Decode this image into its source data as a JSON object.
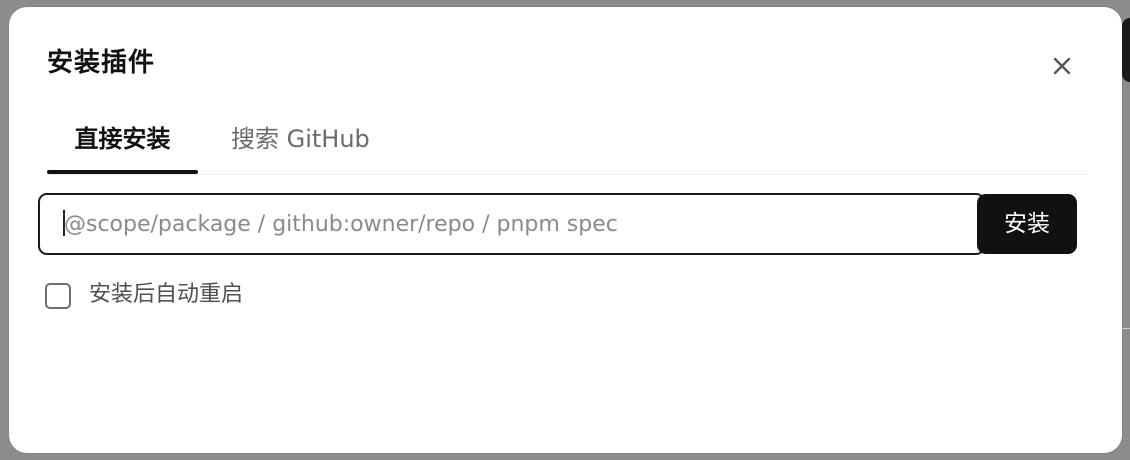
{
  "dialog": {
    "title": "安装插件",
    "close_icon": "close-icon"
  },
  "tabs": [
    {
      "label": "直接安装",
      "active": true
    },
    {
      "label": "搜索 GitHub",
      "active": false
    }
  ],
  "input": {
    "value": "",
    "placeholder": "@scope/package / github:owner/repo / pnpm spec"
  },
  "install_button": {
    "label": "安装"
  },
  "auto_restart": {
    "label": "安装后自动重启",
    "checked": false
  },
  "colors": {
    "primary": "#111111",
    "muted_text": "#6b6b6b",
    "backdrop": "#8c8c8c"
  }
}
